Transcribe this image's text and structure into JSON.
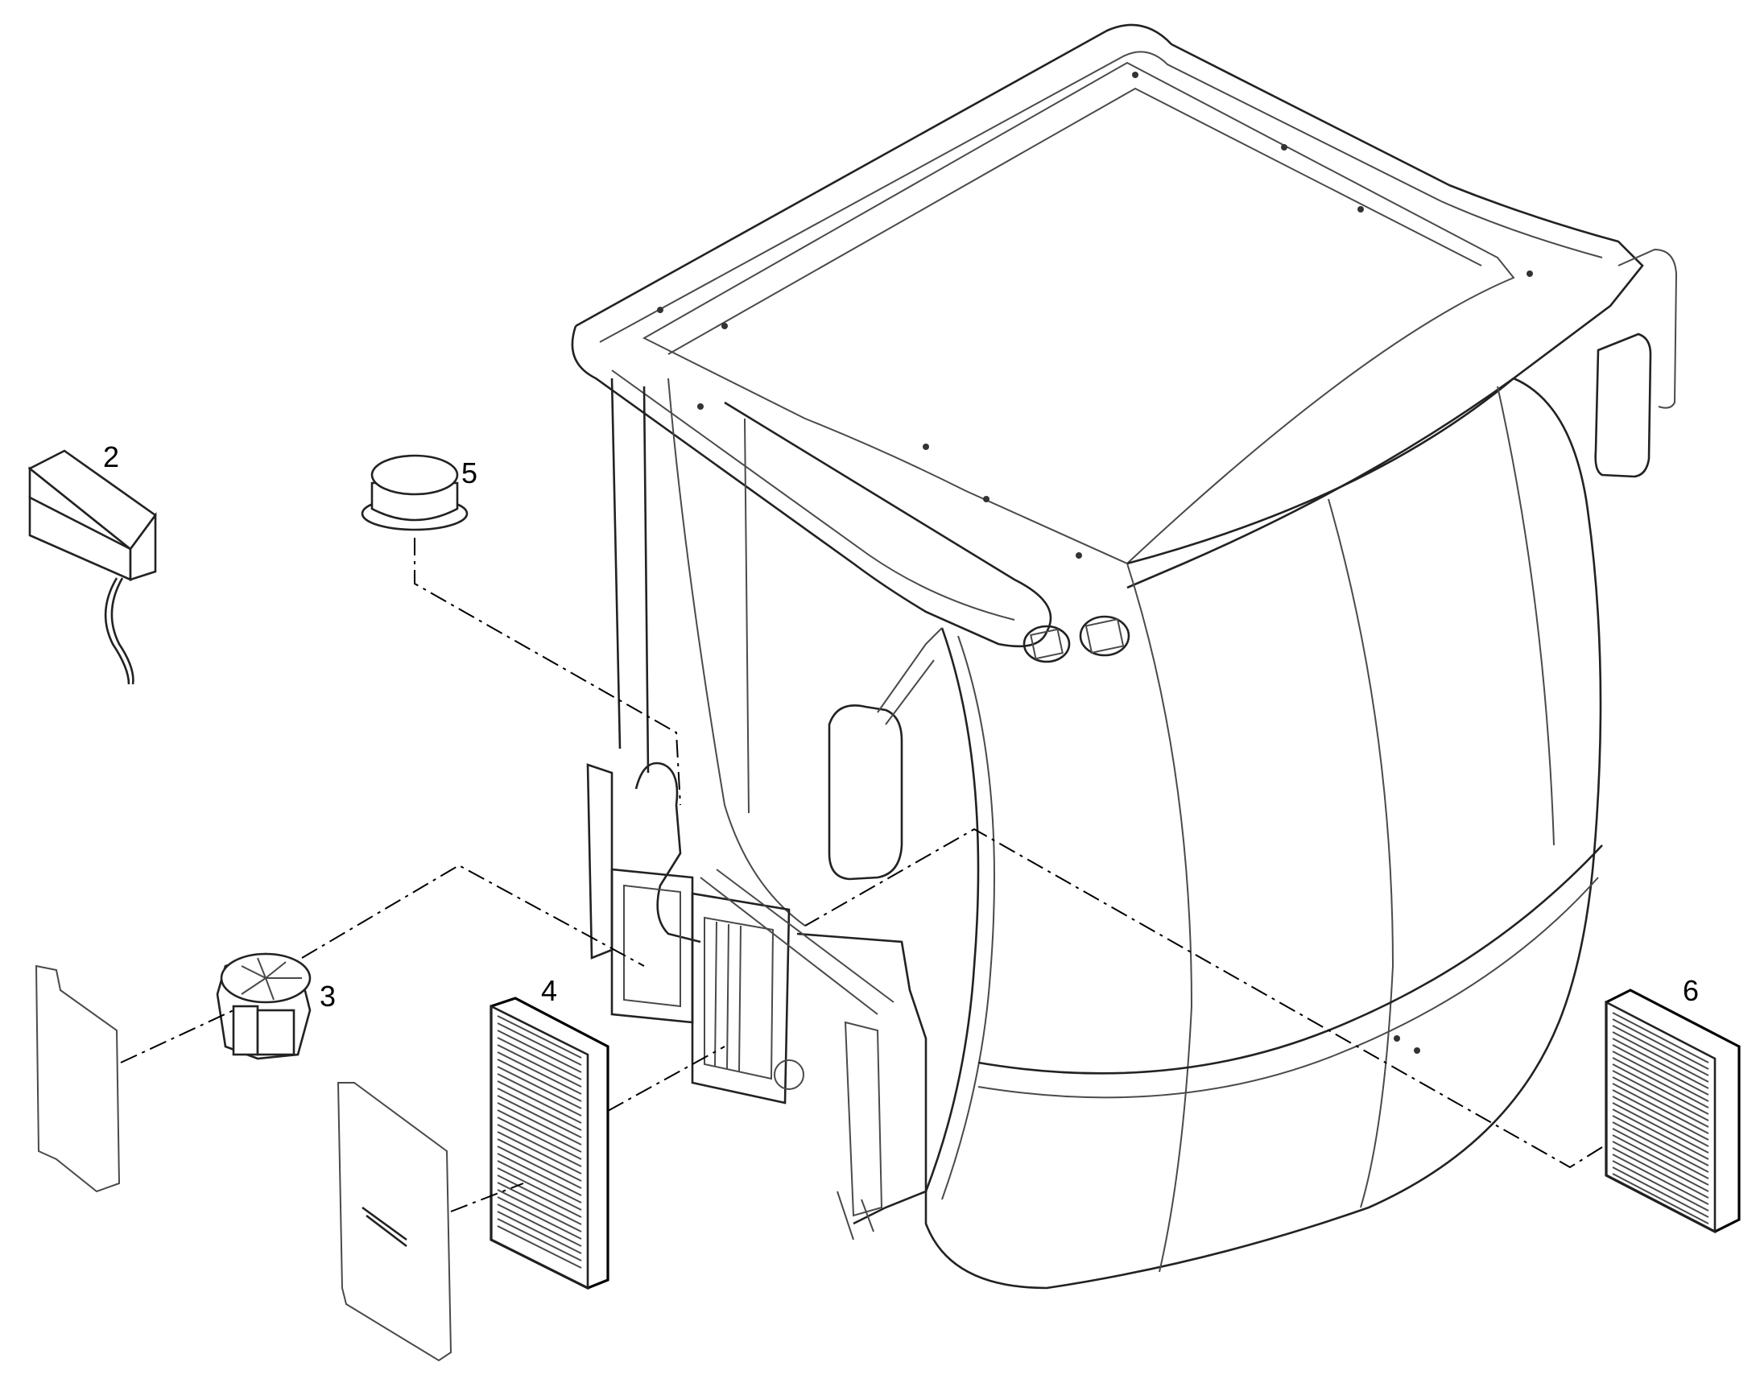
{
  "callouts": {
    "c2": "2",
    "c3": "3",
    "c4": "4",
    "c5": "5",
    "c6": "6"
  },
  "line_color": "#000000",
  "background": "#ffffff"
}
